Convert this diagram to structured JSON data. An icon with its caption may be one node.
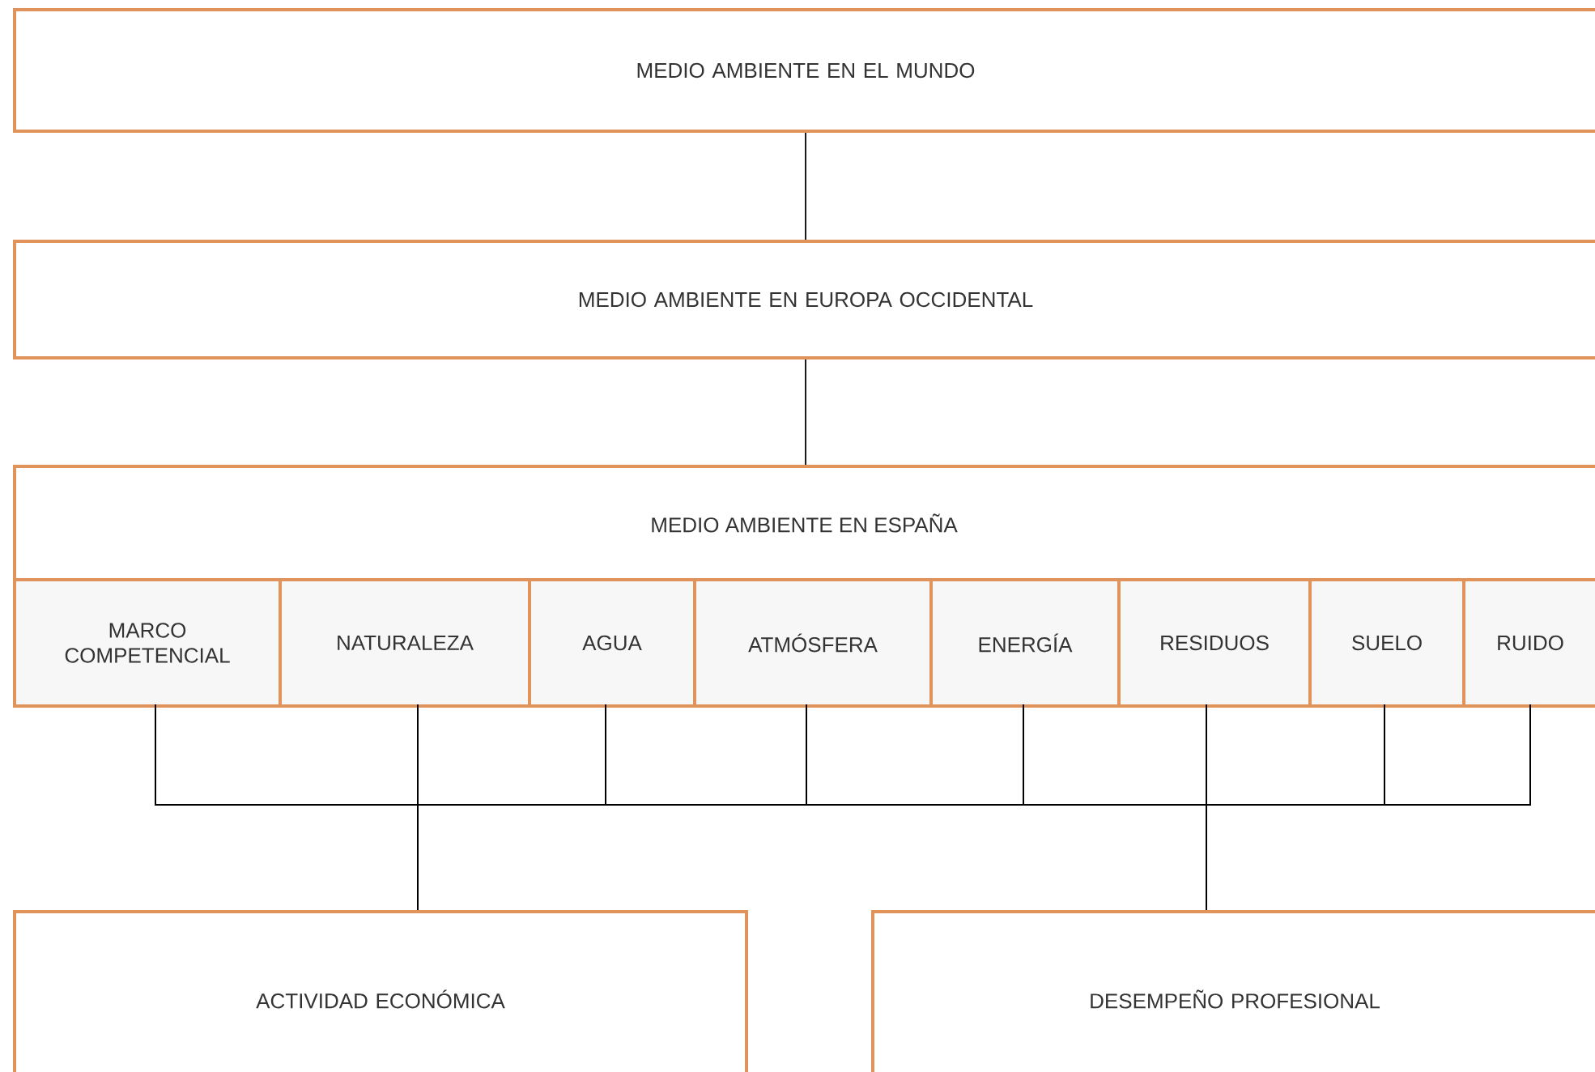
{
  "diagram": {
    "nodes": [
      {
        "text": [
          "MEDIO AMBIENTE EN EL MUNDO"
        ]
      },
      {
        "text": [
          "MEDIO AMBIENTE EN EUROPA OCCIDENTAL"
        ]
      },
      {
        "text": [
          "MEDIO AMBIENTE EN ESPAÑA"
        ]
      },
      {
        "text": [
          "MARCO COMPETENCIAL"
        ],
        "in": 2
      },
      {
        "text": [
          "NATURALEZA"
        ],
        "in": 2
      },
      {
        "text": [
          "AGUA"
        ],
        "in": 2
      },
      {
        "text": [
          "ATMÓSFERA"
        ],
        "in": 2
      },
      {
        "text": [
          "ENERGÍA"
        ],
        "in": 2
      },
      {
        "text": [
          "RESIDUOS"
        ],
        "in": 2
      },
      {
        "text": [
          "SUELO"
        ],
        "in": 2
      },
      {
        "text": [
          "RUIDO"
        ],
        "in": 2
      },
      {
        "text": [
          "ACTIVIDAD ECONÓMICA"
        ]
      },
      {
        "text": [
          "DESEMPEÑO PROFESIONAL"
        ]
      }
    ],
    "edges": [
      {
        "from": 0,
        "to": 1,
        "arrow": "none"
      },
      {
        "from": 1,
        "to": 2,
        "arrow": "none"
      },
      {
        "from": 3,
        "to": 11,
        "arrow": "none"
      },
      {
        "from": 4,
        "to": 11,
        "arrow": "none"
      },
      {
        "from": 5,
        "to": 11,
        "arrow": "none"
      },
      {
        "from": 6,
        "to": 11,
        "arrow": "none"
      },
      {
        "from": 7,
        "to": 11,
        "arrow": "none"
      },
      {
        "from": 8,
        "to": 11,
        "arrow": "none"
      },
      {
        "from": 9,
        "to": 11,
        "arrow": "none"
      },
      {
        "from": 10,
        "to": 11,
        "arrow": "none"
      },
      {
        "from": 3,
        "to": 12,
        "arrow": "none"
      },
      {
        "from": 4,
        "to": 12,
        "arrow": "none"
      },
      {
        "from": 5,
        "to": 12,
        "arrow": "none"
      },
      {
        "from": 6,
        "to": 12,
        "arrow": "none"
      },
      {
        "from": 7,
        "to": 12,
        "arrow": "none"
      },
      {
        "from": 8,
        "to": 12,
        "arrow": "none"
      },
      {
        "from": 9,
        "to": 12,
        "arrow": "none"
      },
      {
        "from": 10,
        "to": 12,
        "arrow": "none"
      }
    ]
  }
}
